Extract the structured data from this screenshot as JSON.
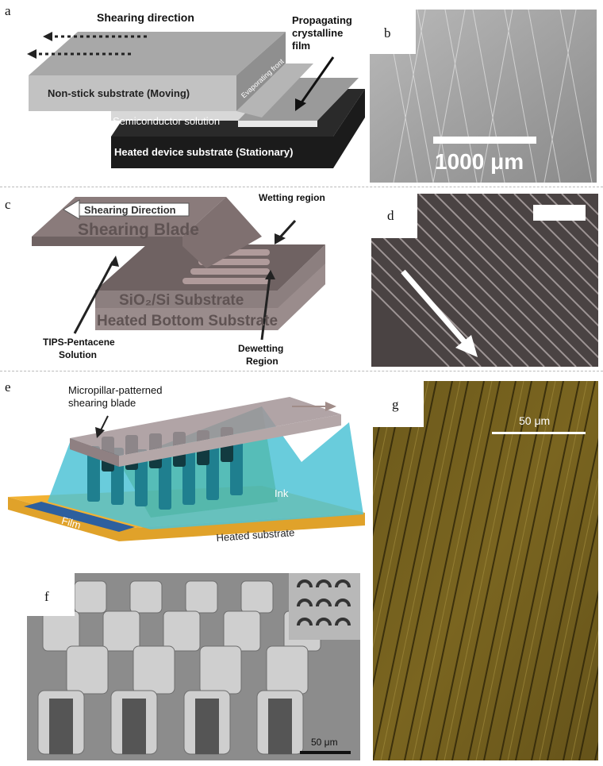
{
  "panels": {
    "a": {
      "label": "a",
      "shearing_direction": "Shearing direction",
      "propagating_1": "Propagating",
      "propagating_2": "crystalline",
      "propagating_3": "film",
      "nonstick": "Non-stick substrate (Moving)",
      "evaporating": "Evaporating front",
      "semiconductor": "Semiconductor solution",
      "heated": "Heated device substrate (Stationary)"
    },
    "b": {
      "label": "b",
      "scale": "1000 μm"
    },
    "c": {
      "label": "c",
      "shearing_direction": "Shearing Direction",
      "blade": "Shearing Blade",
      "wetting": "Wetting region",
      "sio2": "SiO₂/Si Substrate",
      "heated_bottom": "Heated Bottom Substrate",
      "tips_1": "TIPS-Pentacene",
      "tips_2": "Solution",
      "dewetting_1": "Dewetting",
      "dewetting_2": "Region"
    },
    "d": {
      "label": "d"
    },
    "e": {
      "label": "e",
      "blade_1": "Micropillar-patterned",
      "blade_2": "shearing blade",
      "ink": "Ink",
      "film": "Film",
      "heated": "Heated substrate"
    },
    "f": {
      "label": "f",
      "scale": "50 μm"
    },
    "g": {
      "label": "g",
      "scale": "50 μm"
    }
  },
  "colors": {
    "sem_gray": "#8d8d8d",
    "optical_olive": "#7a6520",
    "ink_cyan": "#4fc3d6",
    "substrate_gold": "#f2b233"
  }
}
